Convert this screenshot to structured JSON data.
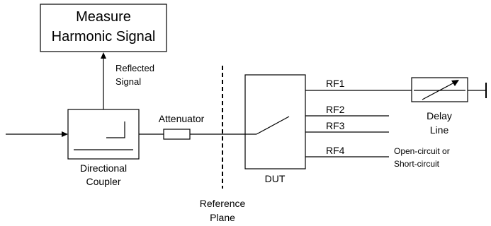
{
  "blocks": {
    "measure": {
      "line1": "Measure",
      "line2": "Harmonic Signal"
    },
    "reflected": {
      "line1": "Reflected",
      "line2": "Signal"
    },
    "attenuator": "Attenuator",
    "coupler": {
      "line1": "Directional",
      "line2": "Coupler"
    },
    "reference": {
      "line1": "Reference",
      "line2": "Plane"
    },
    "dut": "DUT",
    "ports": [
      "RF1",
      "RF2",
      "RF3",
      "RF4"
    ],
    "delay": {
      "line1": "Delay",
      "line2": "Line"
    },
    "termination": {
      "line1": "Open-circuit or",
      "line2": "Short-circuit"
    }
  }
}
